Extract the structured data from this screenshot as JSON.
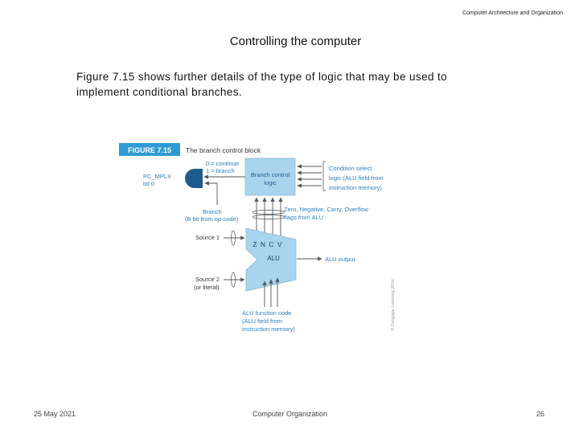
{
  "header": {
    "course": "Computer Architecture and Organization"
  },
  "slide": {
    "title": "Controlling the computer",
    "body": "Figure 7.15  shows further details of the type of logic that may be used to implement conditional branches."
  },
  "figure": {
    "tag": "FIGURE 7.15",
    "caption": "The branch control block",
    "branch_block": [
      "Branch control",
      "logic"
    ],
    "pc_mplx": [
      "PC_MPLX",
      "bit 0"
    ],
    "output_values": [
      "0 = continue",
      "1 = branch"
    ],
    "condition_select": [
      "Condition select",
      "logic (ALU field from",
      "instruction memory)"
    ],
    "branch": [
      "Branch",
      "(B bit from op-code)"
    ],
    "flags": [
      "Zero, Negative, Carry, Overflow",
      "flags from ALU"
    ],
    "source1": "Source 1",
    "source2": [
      "Source 2",
      "(or literal)"
    ],
    "flags_letters": "Z N C V",
    "alu": "ALU",
    "alu_output": "ALU output",
    "alu_function": [
      "ALU function code",
      "(ALU field from",
      "instruction memory)"
    ],
    "copyright": "© Cengage Learning 2014"
  },
  "footer": {
    "date": "25 May 2021",
    "center": "Computer Organization",
    "page": "26"
  },
  "colors": {
    "accent_blue": "#2f9bd6",
    "block_fill": "#a9d4ee",
    "label_blue": "#2a7fc0",
    "wire_gray": "#6d6d6d",
    "and_gate": "#1f5a8e"
  }
}
